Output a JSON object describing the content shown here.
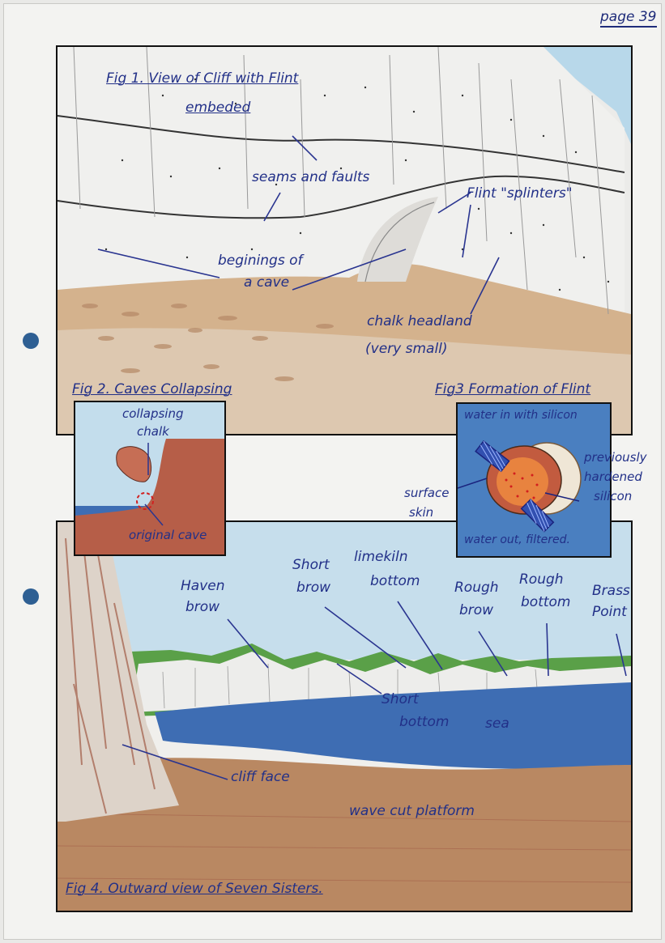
{
  "page": {
    "number": "page 39"
  },
  "fig1": {
    "title_line1": "Fig 1. View of Cliff with Flint",
    "title_line2": "embeded",
    "labels": {
      "seams": "seams and faults",
      "flint": "Flint \"splinters\"",
      "cave_line1": "beginings of",
      "cave_line2": "a cave",
      "headland_line1": "chalk headland",
      "headland_line2": "(very small)"
    }
  },
  "fig2": {
    "title": "Fig 2. Caves Collapsing",
    "labels": {
      "collapsing_line1": "collapsing",
      "collapsing_line2": "chalk",
      "original": "original cave"
    }
  },
  "fig3": {
    "title": "Fig3 Formation of Flint",
    "labels": {
      "water_in": "water in with silicon",
      "previously_line1": "previously",
      "previously_line2": "hardened",
      "previously_line3": "silicon",
      "surface_line1": "surface",
      "surface_line2": "skin",
      "water_out": "water out, filtered."
    }
  },
  "fig4": {
    "title": "Fig 4. Outward view of Seven Sisters.",
    "labels": {
      "haven_line1": "Haven",
      "haven_line2": "brow",
      "short_brow_line1": "Short",
      "short_brow_line2": "brow",
      "limekiln_line1": "limekiln",
      "limekiln_line2": "bottom",
      "rough_brow_line1": "Rough",
      "rough_brow_line2": "brow",
      "rough_bottom_line1": "Rough",
      "rough_bottom_line2": "bottom",
      "brass_line1": "Brass",
      "brass_line2": "Point",
      "short_bottom_line1": "Short",
      "short_bottom_line2": "bottom",
      "sea": "sea",
      "cliff_face": "cliff face",
      "platform": "wave cut platform"
    }
  },
  "colors": {
    "ink": "#223088",
    "sky": "#b9d7ea",
    "sea": "#3f6fb4",
    "sand": "#c9a27a",
    "chalk": "#ececea",
    "grass": "#4f9a3c",
    "rock_red": "#b65e48"
  }
}
